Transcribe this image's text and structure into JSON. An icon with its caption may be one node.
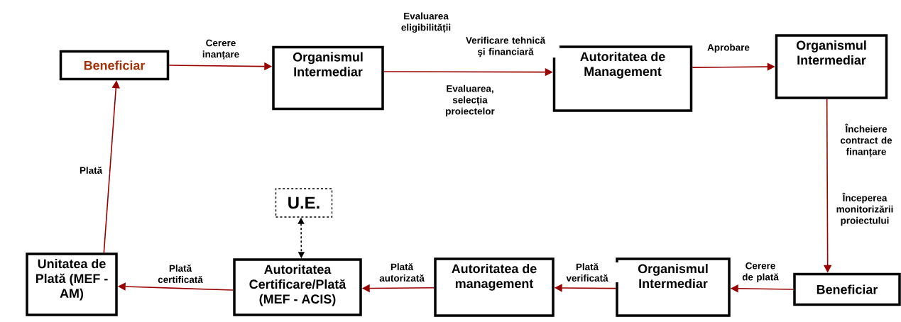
{
  "diagram": {
    "nodes": [
      {
        "text": [
          "Beneficiar"
        ]
      },
      {
        "text": [
          "Organismul Intermediar"
        ]
      },
      {
        "text": [
          "Autoritatea de Management"
        ]
      },
      {
        "text": [
          "Organismul Intermediar"
        ]
      },
      {
        "text": [
          "U.E."
        ]
      },
      {
        "text": [
          "Unitatea de Plată (MEF - AM)"
        ]
      },
      {
        "text": [
          "Autoritatea Certificare/Plată (MEF - ACIS)"
        ]
      },
      {
        "text": [
          "Autoritatea de management"
        ]
      },
      {
        "text": [
          "Organismul Intermediar"
        ]
      },
      {
        "text": [
          "Beneficiar"
        ]
      }
    ],
    "edges": [
      {
        "from": 0,
        "to": 1,
        "arrow": "to",
        "label": "Cerere inanțare"
      },
      {
        "from": 1,
        "to": 2,
        "arrow": "to",
        "label": "Verificare tehnică şi financiară"
      },
      {
        "from": 2,
        "to": 3,
        "arrow": "to",
        "label": "Aprobare"
      },
      {
        "from": 3,
        "to": 9,
        "arrow": "to",
        "label": "Încheiere contract de finanțare"
      },
      {
        "from": 9,
        "to": 8,
        "arrow": "to",
        "label": "Cerere de plată"
      },
      {
        "from": 8,
        "to": 7,
        "arrow": "to",
        "label": "Plată verificată"
      },
      {
        "from": 7,
        "to": 6,
        "arrow": "to",
        "label": "Plată autorizată"
      },
      {
        "from": 6,
        "to": 5,
        "arrow": "to",
        "label": "Plată certificată"
      },
      {
        "from": 5,
        "to": 0,
        "arrow": "to",
        "label": "Plată"
      },
      {
        "from": 4,
        "to": 6,
        "arrow": "both",
        "style": "dashed",
        "color": "#000000"
      }
    ],
    "labels": [
      "Evaluarea eligibilității",
      "Evaluarea, selecția proiectelor",
      "Începerea monitorizării proiectului"
    ]
  }
}
